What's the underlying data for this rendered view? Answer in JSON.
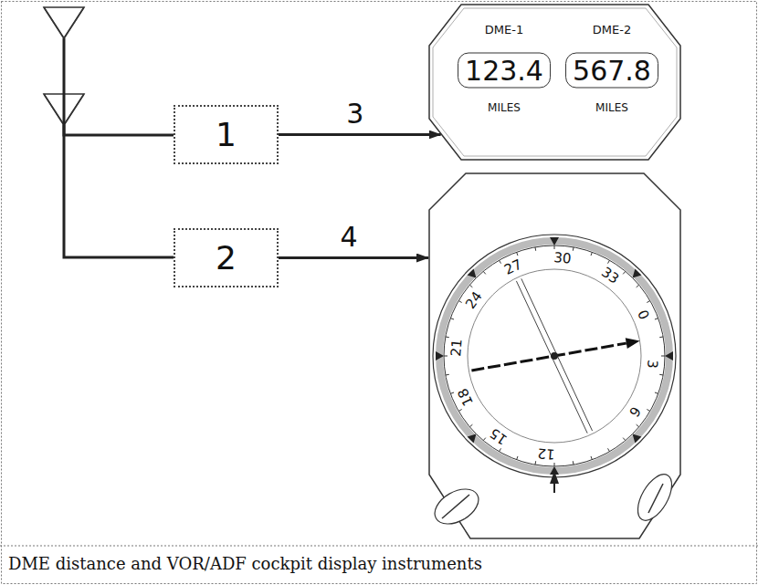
{
  "diagram": {
    "caption": "DME distance and VOR/ADF cockpit display instruments",
    "nodes": [
      {
        "text": [
          "1"
        ]
      },
      {
        "text": [
          "2"
        ]
      },
      {
        "text": [
          "DME-1",
          "123.4",
          "MILES",
          "DME-2",
          "567.8",
          "MILES"
        ]
      },
      {
        "text": [
          "30",
          "33",
          "0",
          "3",
          "6",
          "12",
          "15",
          "18",
          "21",
          "24",
          "27"
        ]
      }
    ],
    "edges": [
      {
        "from": 0,
        "to": 2,
        "arrow": "to",
        "label": "3"
      },
      {
        "from": 1,
        "to": 3,
        "arrow": "to",
        "label": "4"
      }
    ]
  }
}
